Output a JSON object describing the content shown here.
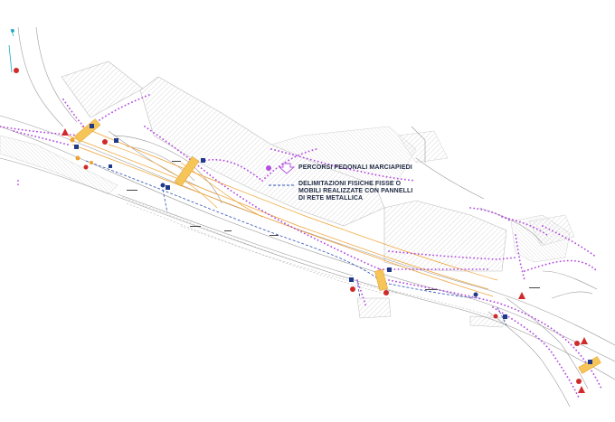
{
  "legend": {
    "pedestrian_label": "PERCORSI PEDONALI MARCIAPIEDI",
    "barrier_label_line1": "DELIMITAZIONI FISICHE FISSE O",
    "barrier_label_line2": "MOBILI REALIZZATE CON PANNELLI",
    "barrier_label_line3": "DI RETE METALLICA",
    "pedestrian_color": "#b44de0",
    "barrier_color": "#2b4fb3"
  },
  "colors": {
    "road_line": "#f0a030",
    "structure": "#9a9a9a",
    "hatch": "#c8c8c8",
    "sign_blue": "#1f3a8a",
    "sign_red": "#d12a2a",
    "crossing": "#f5c55a",
    "cyan": "#1aa9c0"
  },
  "icons": [
    "pedestrian-route-dot-icon",
    "arrow-down-icon",
    "traffic-sign-icon",
    "warning-triangle-icon",
    "no-entry-icon"
  ]
}
